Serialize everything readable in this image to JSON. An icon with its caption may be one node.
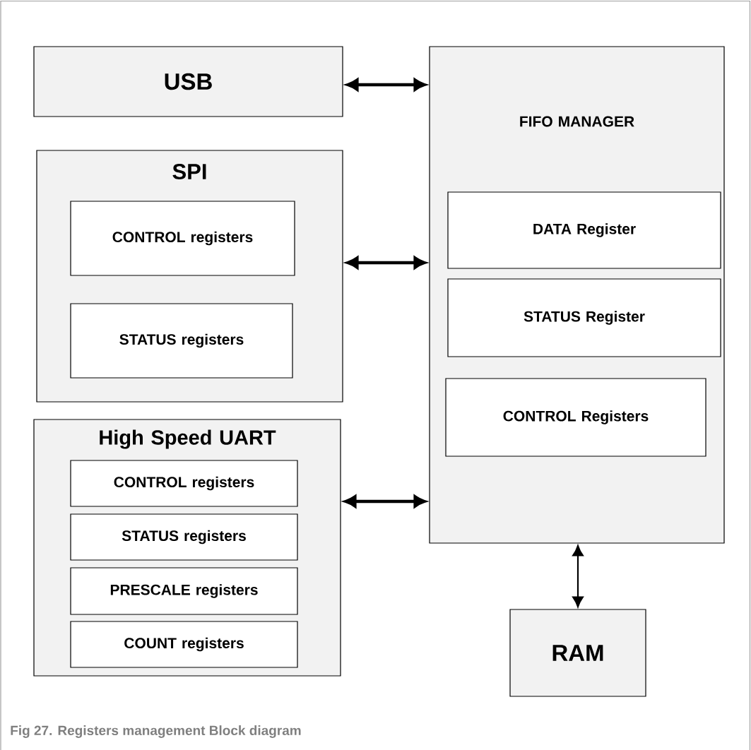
{
  "diagram": {
    "caption": "Fig 27. Registers management Block diagram",
    "nodes": [
      {
        "text": [
          "USB"
        ]
      },
      {
        "text": [
          "SPI"
        ]
      },
      {
        "text": [
          "CONTROL registers"
        ],
        "in": 1
      },
      {
        "text": [
          "STATUS registers"
        ],
        "in": 1
      },
      {
        "text": [
          "High Speed UART"
        ]
      },
      {
        "text": [
          "CONTROL registers"
        ],
        "in": 4
      },
      {
        "text": [
          "STATUS registers"
        ],
        "in": 4
      },
      {
        "text": [
          "PRESCALE registers"
        ],
        "in": 4
      },
      {
        "text": [
          "COUNT registers"
        ],
        "in": 4
      },
      {
        "text": [
          "FIFO MANAGER"
        ]
      },
      {
        "text": [
          "DATA Register"
        ],
        "in": 9
      },
      {
        "text": [
          "STATUS Register"
        ],
        "in": 9
      },
      {
        "text": [
          "CONTROL Registers"
        ],
        "in": 9
      },
      {
        "text": [
          "RAM"
        ]
      }
    ],
    "edges": [
      {
        "from": 0,
        "to": 9,
        "arrow": "both"
      },
      {
        "from": 1,
        "to": 9,
        "arrow": "both"
      },
      {
        "from": 4,
        "to": 9,
        "arrow": "both"
      },
      {
        "from": 9,
        "to": 13,
        "arrow": "both"
      }
    ]
  }
}
